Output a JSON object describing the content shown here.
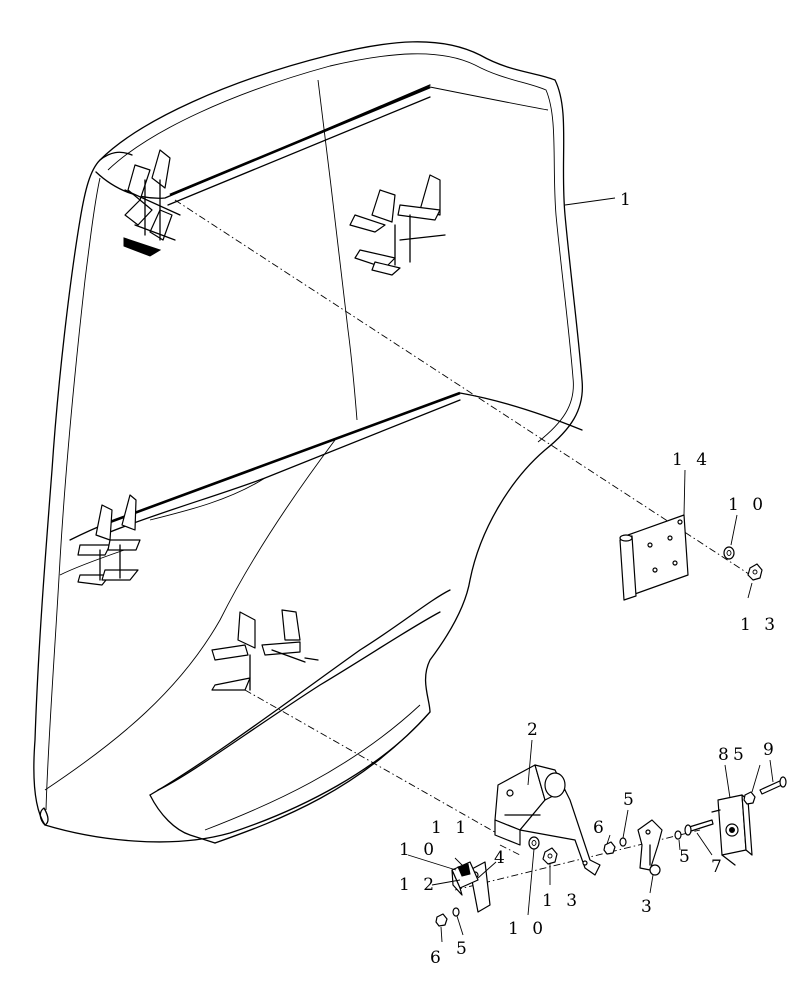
{
  "callouts": {
    "c1": "1",
    "c2": "2",
    "c3": "3",
    "c4": "4",
    "c5a": "5",
    "c5b": "5",
    "c5c": "5",
    "c5d": "5",
    "c6a": "6",
    "c6b": "6",
    "c7": "7",
    "c8": "8",
    "c9": "9",
    "c10a": "1 0",
    "c10b": "1 0",
    "c10c": "1 0",
    "c11": "1 1",
    "c12": "1 2",
    "c13a": "1 3",
    "c13b": "1 3",
    "c14": "1 4"
  }
}
